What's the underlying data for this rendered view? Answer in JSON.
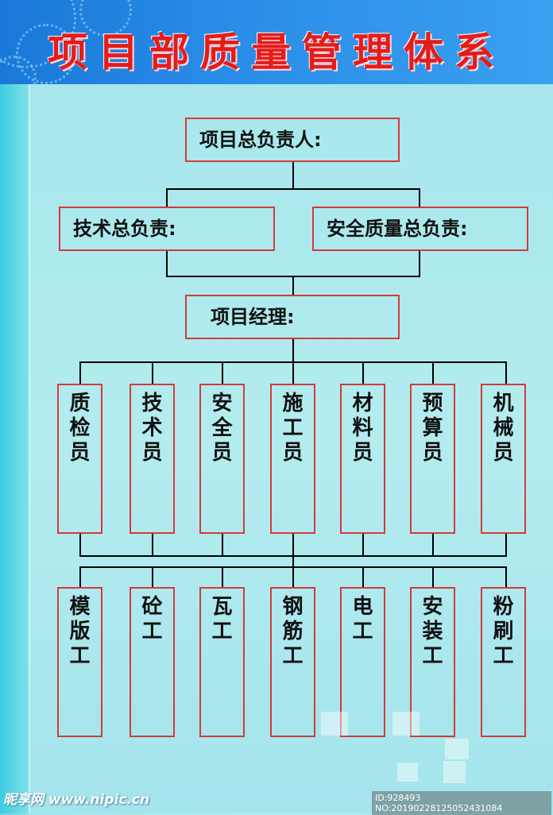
{
  "title": "项目部质量管理体系",
  "top": {
    "label": "项目总负责人:"
  },
  "second": [
    {
      "label": "技术总负责:"
    },
    {
      "label": "安全质量总负责:"
    }
  ],
  "manager": {
    "label": "项目经理:"
  },
  "staff": [
    {
      "label": "质检员"
    },
    {
      "label": "技术员"
    },
    {
      "label": "安全员"
    },
    {
      "label": "施工员"
    },
    {
      "label": "材料员"
    },
    {
      "label": "预算员"
    },
    {
      "label": "机械员"
    }
  ],
  "workers": [
    {
      "label": "模版工"
    },
    {
      "label": "砼 工"
    },
    {
      "label": "瓦 工"
    },
    {
      "label": "钢筋工"
    },
    {
      "label": "电 工"
    },
    {
      "label": "安装工"
    },
    {
      "label": "粉刷工"
    }
  ],
  "watermark": {
    "site": "昵享网 www.nipic.cn",
    "id": "ID:928493 NO:20190228125052431084"
  },
  "colors": {
    "title": "#e41c1c",
    "box_border": "#d43a3a",
    "header": "#2a8ee8",
    "background": "#b3ecef"
  }
}
